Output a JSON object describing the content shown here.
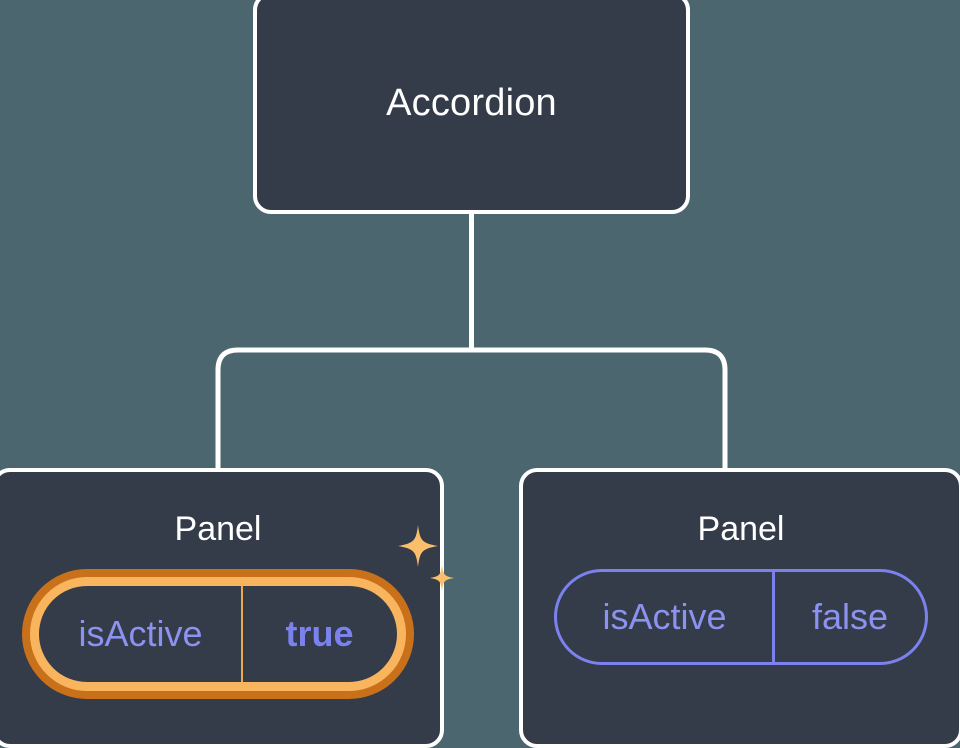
{
  "canvas": {
    "background_color": "#4c6670",
    "card_fill_color": "#343b49",
    "card_border_color": "#ffffff",
    "connector_color": "#ffffff"
  },
  "tree": {
    "root": {
      "title": "Accordion"
    },
    "children": [
      {
        "title": "Panel",
        "highlighted": true,
        "prop": {
          "key": "isActive",
          "value": "true",
          "key_color": "#8b92f0",
          "value_color": "#7b82ee",
          "ring_outer_color": "#c9711a",
          "ring_inner_color": "#f9b55e",
          "divider_color": "#f0a84e"
        },
        "sparkle_color": "#fbbf6b",
        "sparkle_count": 2
      },
      {
        "title": "Panel",
        "highlighted": false,
        "prop": {
          "key": "isActive",
          "value": "false",
          "key_color": "#8b92f0",
          "value_color": "#8b92f0",
          "border_color": "#7b82ee",
          "divider_color": "#7b82ee"
        }
      }
    ]
  }
}
